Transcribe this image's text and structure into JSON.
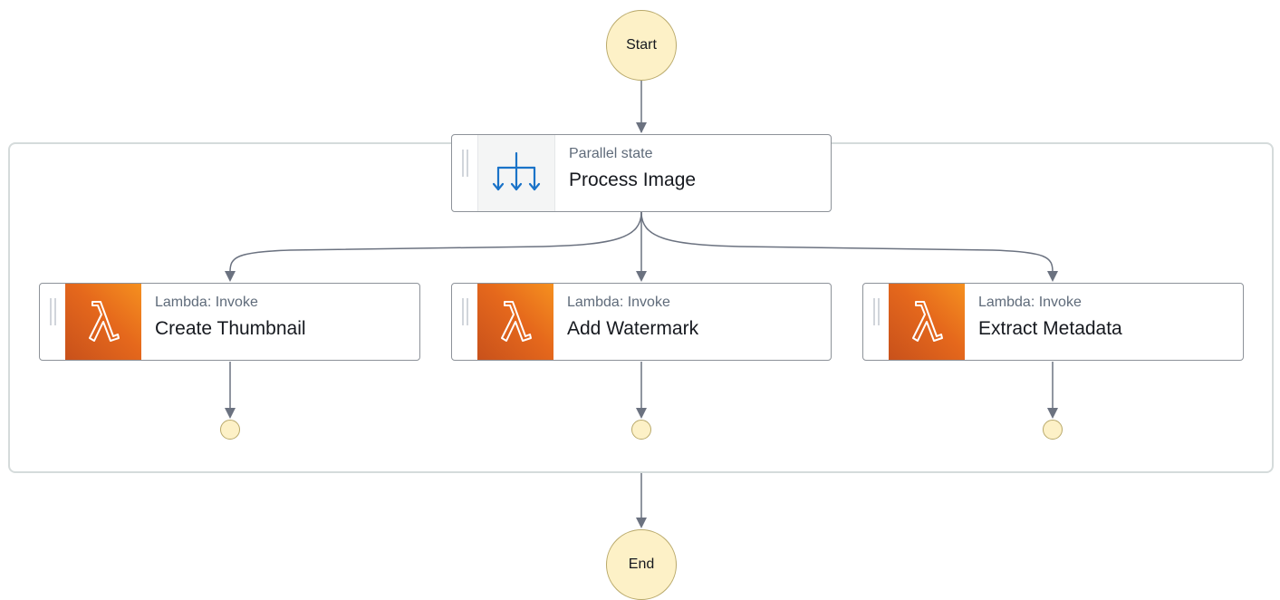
{
  "diagram": {
    "start_label": "Start",
    "end_label": "End",
    "parallel": {
      "type_label": "Parallel state",
      "name": "Process Image",
      "icon": "parallel-branches-icon"
    },
    "branches": [
      {
        "type_label": "Lambda: Invoke",
        "name": "Create Thumbnail",
        "icon": "lambda-icon"
      },
      {
        "type_label": "Lambda: Invoke",
        "name": "Add Watermark",
        "icon": "lambda-icon"
      },
      {
        "type_label": "Lambda: Invoke",
        "name": "Extract Metadata",
        "icon": "lambda-icon"
      }
    ],
    "colors": {
      "terminal_fill": "#fdf1c7",
      "edge": "#6b7280",
      "parallel_icon": "#1a73c8",
      "lambda_orange": "#e5681c"
    }
  }
}
